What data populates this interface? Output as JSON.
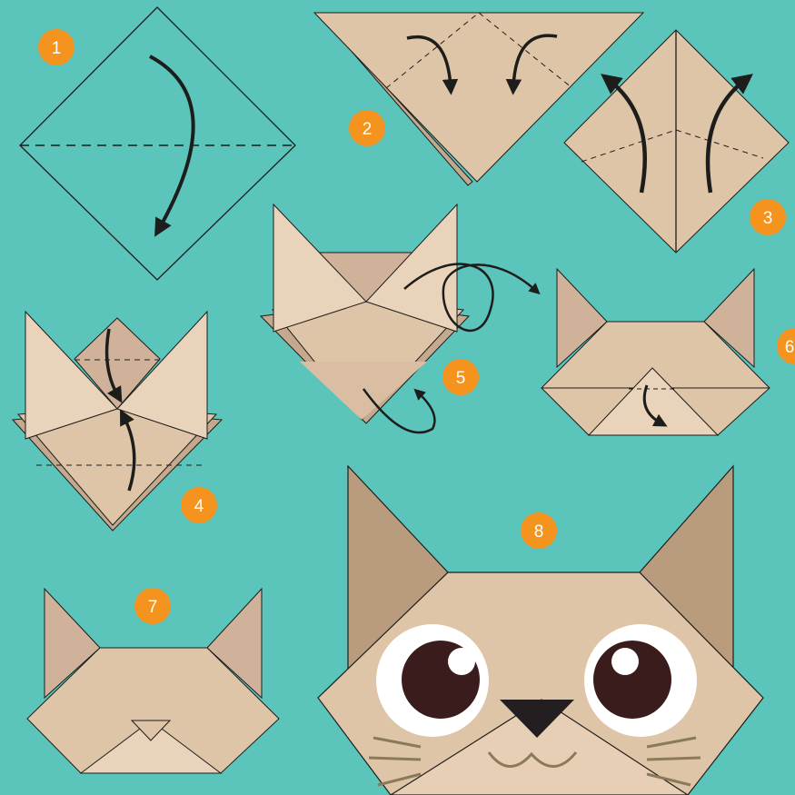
{
  "colors": {
    "background": "#5bc4bb",
    "paper": "#dfc5a7",
    "paper_shadow": "#d0b29a",
    "paper_light": "#e9d3bb",
    "ear_inner": "#b99b7e",
    "outline": "#2a2220",
    "badge": "#f4931e",
    "badge_text": "#ffffff",
    "eye_white": "#ffffff",
    "pupil": "#3b1c1c",
    "nose": "#231f20",
    "whisker": "#8a7a5a"
  },
  "steps": [
    {
      "label": "1"
    },
    {
      "label": "2"
    },
    {
      "label": "3"
    },
    {
      "label": "4"
    },
    {
      "label": "5"
    },
    {
      "label": "6"
    },
    {
      "label": "7"
    },
    {
      "label": "8"
    }
  ]
}
